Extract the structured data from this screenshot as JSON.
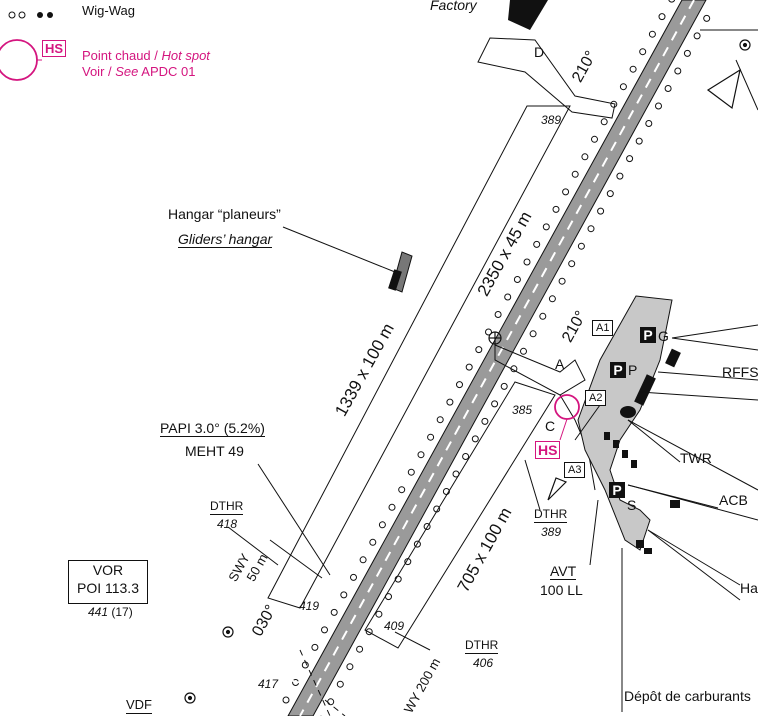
{
  "legend": {
    "wigwag_label": "Wig-Wag",
    "hotspot_tag": "HS",
    "hotspot_fr": "Point chaud / ",
    "hotspot_en": "Hot spot",
    "hotspot_see_fr": "Voir / ",
    "hotspot_see_en": "See",
    "hotspot_ref": " APDC 01"
  },
  "factory_label": "Factory",
  "hangar": {
    "fr": "Hangar “planeurs”",
    "en": "Gliders’ hangar"
  },
  "runway": {
    "dims": "2350 x 45 m",
    "end_label": "03"
  },
  "parallel_strip": {
    "dims": "1339 x 100 m"
  },
  "grass_strip": {
    "dims": "705 x 100 m",
    "partial": "WY 200 m"
  },
  "headings": {
    "h210_top": "210°",
    "h210_mid": "210°",
    "h030": "030°"
  },
  "swy": {
    "line1": "SWY",
    "line2": "50 m"
  },
  "papi": {
    "line1": "PAPI 3.0° (5.2%)",
    "line2": "MEHT 49"
  },
  "dthr_418": {
    "title": "DTHR",
    "elev": "418"
  },
  "dthr_389": {
    "title": "DTHR",
    "elev": "389"
  },
  "dthr_406": {
    "title": "DTHR",
    "elev": "406"
  },
  "vor": {
    "name": "VOR",
    "freq": "POI 113.3",
    "elev": "441",
    "elev_extra": "(17)"
  },
  "vdf": "VDF",
  "elevations": {
    "e389": "389",
    "e385": "385",
    "e419": "419",
    "e409": "409",
    "e417": "417"
  },
  "taxiways": {
    "A": "A",
    "C": "C",
    "D": "D",
    "A1": "A1",
    "A2": "A2",
    "A3": "A3"
  },
  "apron": {
    "G": "G",
    "P": "P",
    "S": "S",
    "parking": "P"
  },
  "buildings": {
    "rffs": "RFFS",
    "twr": "TWR",
    "acb": "ACB",
    "ha": "Ha"
  },
  "hotspot_map_tag": "HS",
  "avt": {
    "line1": "AVT",
    "line2": "100 LL"
  },
  "fuel": "Dépôt de carburants",
  "colors": {
    "hotspot": "#d4157f",
    "runway": "#9a9a9a",
    "apron": "#c8c8c8"
  }
}
